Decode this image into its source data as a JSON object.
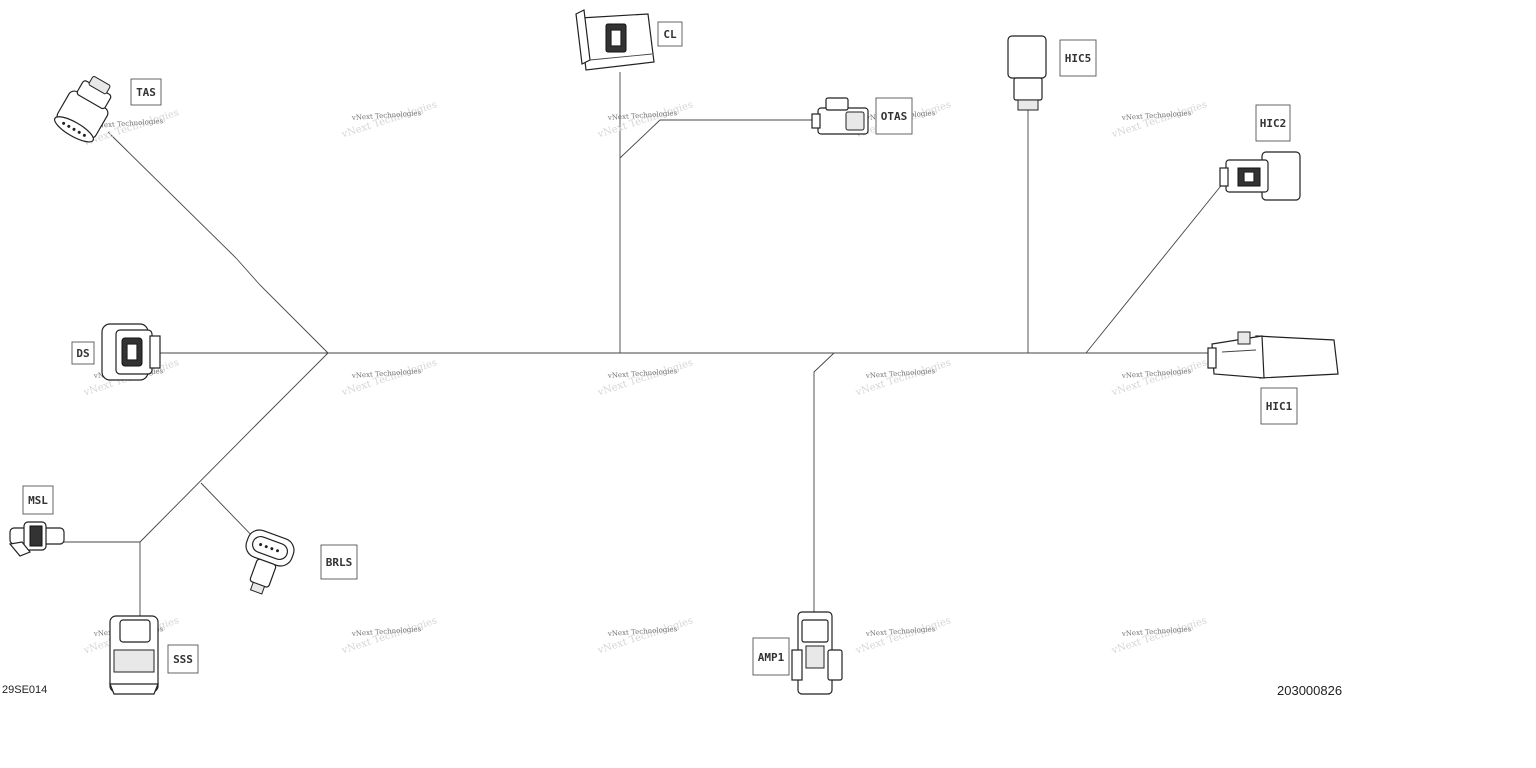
{
  "diagram": {
    "connectors": {
      "TAS": "TAS",
      "CL": "CL",
      "OTAS": "OTAS",
      "HIC5": "HIC5",
      "HIC2": "HIC2",
      "DS": "DS",
      "HIC1": "HIC1",
      "MSL": "MSL",
      "BRLS": "BRLS",
      "SSS": "SSS",
      "AMP1": "AMP1"
    },
    "watermark": "vNext Technologies",
    "code_left": "29SE014",
    "code_right": "203000826"
  }
}
